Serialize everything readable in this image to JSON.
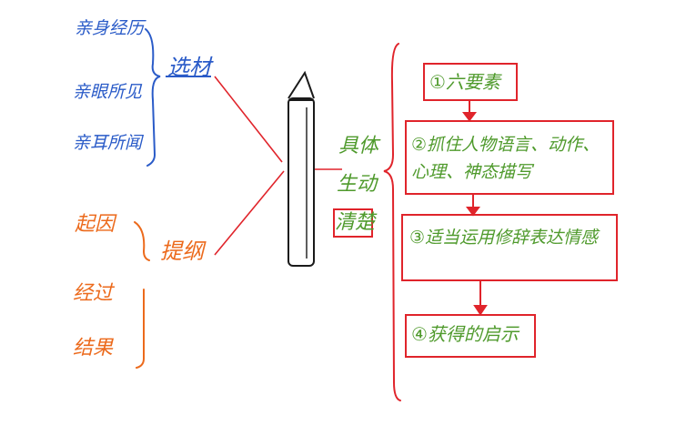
{
  "left_top": {
    "items": [
      "亲身经历",
      "亲眼所见",
      "亲耳所闻"
    ],
    "label": "选材"
  },
  "left_bottom": {
    "items": [
      "起因",
      "经过",
      "结果"
    ],
    "label": "提纲"
  },
  "middle": {
    "lines": [
      "具体",
      "生动",
      "清楚"
    ]
  },
  "steps": [
    "①六要素",
    "②抓住人物语言、动作、心理、神态描写",
    "③适当运用修辞表达情感",
    "④获得的启示"
  ],
  "colors": {
    "blue": "#2a5bc8",
    "orange": "#ec6a1c",
    "green": "#4f9a2c",
    "red": "#e0242b",
    "pencil": "#1a1a1a"
  }
}
